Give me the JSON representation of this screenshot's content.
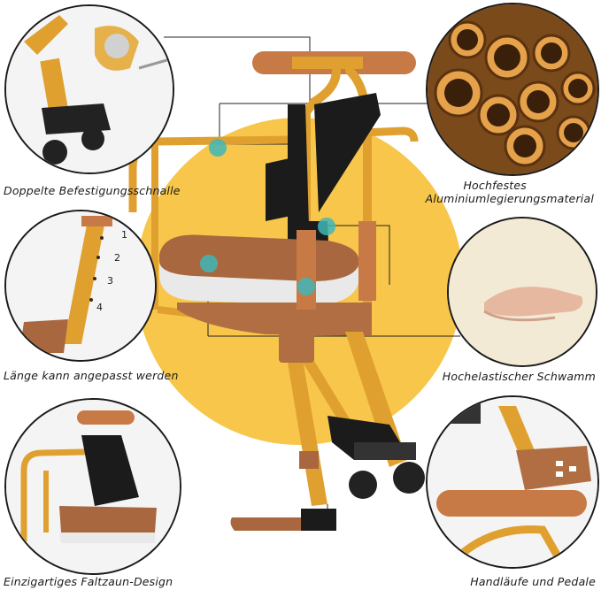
{
  "features": [
    {
      "id": "buckle",
      "label": "Doppelte Befestigungsschnalle"
    },
    {
      "id": "aluminium",
      "label_line1": "Hochfestes",
      "label_line2": "Aluminiumlegierungsmaterial"
    },
    {
      "id": "length",
      "label": "Länge kann angepasst werden"
    },
    {
      "id": "sponge",
      "label": "Hochelastischer Schwamm"
    },
    {
      "id": "fence",
      "label": "Einzigartiges Faltzaun-Design"
    },
    {
      "id": "handrail",
      "label": "Handläufe und Pedale"
    }
  ],
  "adjust_marks": [
    "1",
    "2",
    "3",
    "4"
  ],
  "colors": {
    "aluminium": "#e0a030",
    "aluminium_dark": "#b87818",
    "cushion_brown": "#a8673f",
    "backdrop_yellow": "#f7c64a",
    "strap": "#1b1b1b",
    "marker_teal": "#3fb6b8"
  }
}
